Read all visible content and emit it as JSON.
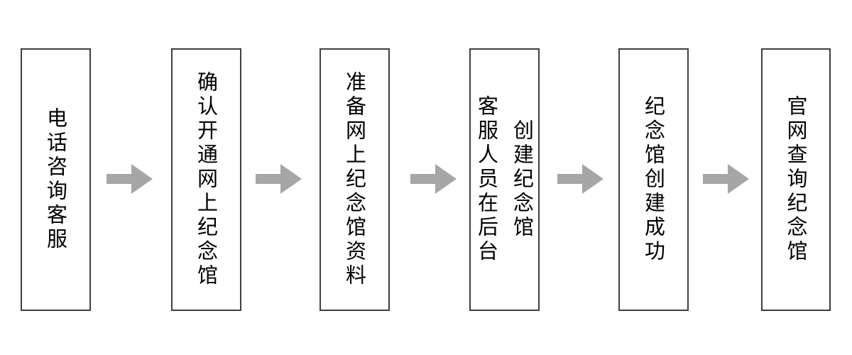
{
  "flowchart": {
    "steps": [
      {
        "label": "电话咨询客服"
      },
      {
        "label": "确认开通网上纪念馆"
      },
      {
        "label": "准备网上纪念馆资料"
      },
      {
        "label": "客服人员在后台\n创建纪念馆"
      },
      {
        "label": "纪念馆创建成功"
      },
      {
        "label": "官网查询纪念馆"
      }
    ],
    "colors": {
      "arrow": "#a6a6a6",
      "box_border": "#3f3f3f",
      "text": "#000000",
      "background": "#ffffff"
    }
  }
}
